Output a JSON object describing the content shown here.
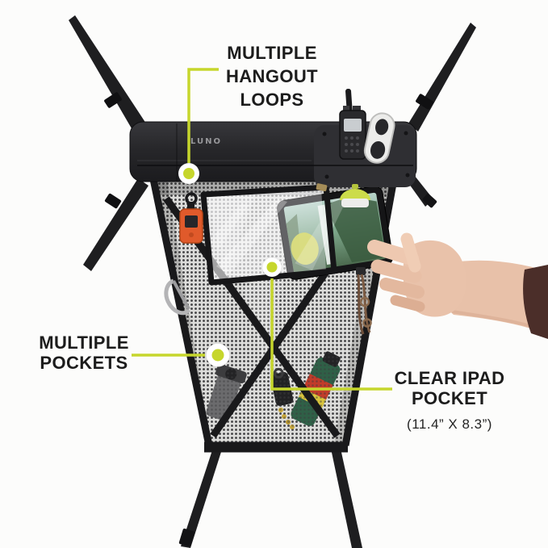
{
  "colors": {
    "background": "#fcfcfb",
    "accent_green": "#c6d62c",
    "text": "#1c1c1c",
    "bar_black": "#242427",
    "mesh_gray": "#dcdcda",
    "strap_black": "#1b1b1d",
    "skin": "#e8c1a9",
    "sleeve_brown": "#4b2e29",
    "gps_orange": "#e05a2b",
    "lantern_green": "#ccdc4a",
    "spray_green": "#2f6047"
  },
  "brand": {
    "logo": "LUNO"
  },
  "callouts": {
    "hangout_loops": {
      "line1": "MULTIPLE",
      "line2": "HANGOUT",
      "line3": "LOOPS"
    },
    "pockets": {
      "line1": "MULTIPLE",
      "line2": "POCKETS"
    },
    "ipad_pocket": {
      "line1": "CLEAR IPAD",
      "line2": "POCKET",
      "size": "(11.4” X 8.3”)"
    }
  },
  "objects": [
    "mounting-bar",
    "mesh-organizer-net",
    "adjustable-straps",
    "walkie-talkie",
    "bottle-opener-carabiner",
    "hangout-loop",
    "gps-beacon",
    "mini-lantern",
    "carabiner",
    "clear-tablet-pocket",
    "tablet",
    "hand-inserting-tablet",
    "flashlight",
    "keychain",
    "bug-spray-can",
    "lanyard-cord"
  ]
}
